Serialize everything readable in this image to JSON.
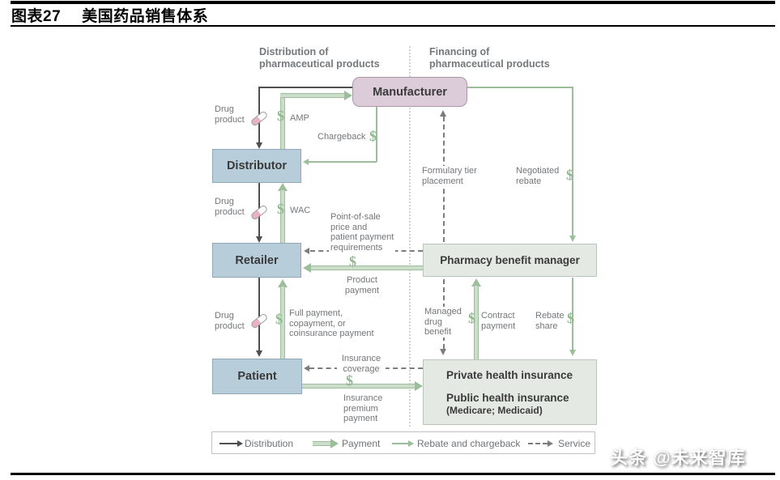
{
  "header": {
    "tag": "图表27",
    "title": "美国药品销售体系"
  },
  "watermark": "头条 @未来智库",
  "diagram": {
    "column_headers": {
      "left": "Distribution of\npharmaceutical products",
      "right": "Financing of\npharmaceutical products"
    },
    "boxes": {
      "manufacturer": "Manufacturer",
      "distributor": "Distributor",
      "retailer": "Retailer",
      "patient": "Patient",
      "pbm": "Pharmacy benefit manager",
      "insurance_line1": "Private health insurance",
      "insurance_line2": "Public health insurance",
      "insurance_line3": "(Medicare; Medicaid)"
    },
    "labels": {
      "drug_product": "Drug\nproduct",
      "amp": "AMP",
      "wac": "WAC",
      "chargeback": "Chargeback",
      "full_payment": "Full payment,\ncopayment, or\ncoinsurance payment",
      "pos": "Point-of-sale\nprice and\npatient payment\nrequirements",
      "product_payment": "Product\npayment",
      "formulary": "Formulary tier\nplacement",
      "negotiated": "Negotiated\nrebate",
      "managed": "Managed\ndrug\nbenefit",
      "contract": "Contract\npayment",
      "rebate_share": "Rebate\nshare",
      "insurance_coverage": "Insurance\ncoverage",
      "insurance_premium": "Insurance\npremium\npayment",
      "dollar": "$"
    },
    "legend": {
      "distribution": "Distribution",
      "payment": "Payment",
      "rebate_chargeback": "Rebate and chargeback",
      "service": "Service"
    }
  },
  "colors": {
    "blue_box": "#b8cdda",
    "blue_border": "#8fa8b9",
    "pink_box": "#dccbd8",
    "pink_border": "#ad96aa",
    "green_box": "#e4eae3",
    "green_box_border": "#b9c7ba",
    "green_arrow": "#9cbe9b",
    "green_arrow_fill": "#cdddcb",
    "gray_arrow": "#4f4f4f",
    "dash_color": "#7d7d7d",
    "label_color": "#73767a",
    "dollar_color": "#8fb98f"
  }
}
